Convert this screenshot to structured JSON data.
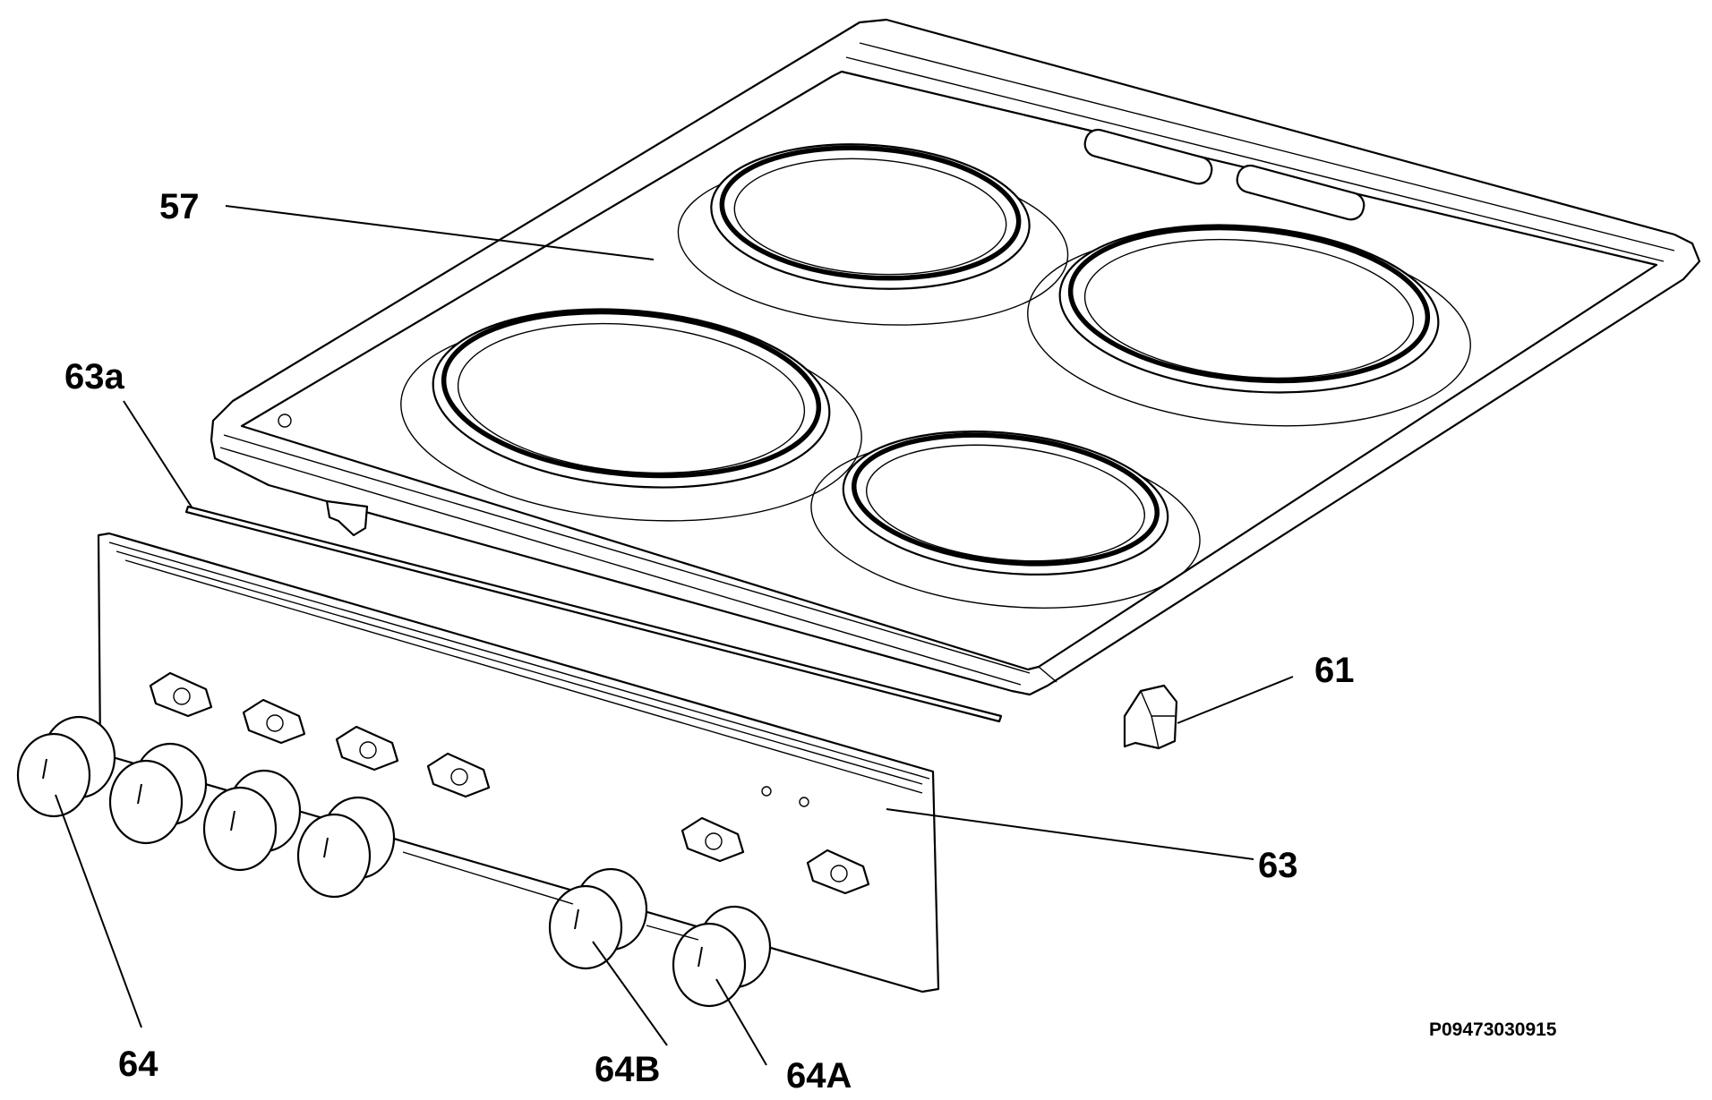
{
  "diagram": {
    "callouts": [
      {
        "id": "57",
        "label": "57"
      },
      {
        "id": "63a",
        "label": "63a"
      },
      {
        "id": "61",
        "label": "61"
      },
      {
        "id": "63",
        "label": "63"
      },
      {
        "id": "64",
        "label": "64"
      },
      {
        "id": "64B",
        "label": "64B"
      },
      {
        "id": "64A",
        "label": "64A"
      }
    ],
    "reference_code": "P09473030915"
  }
}
